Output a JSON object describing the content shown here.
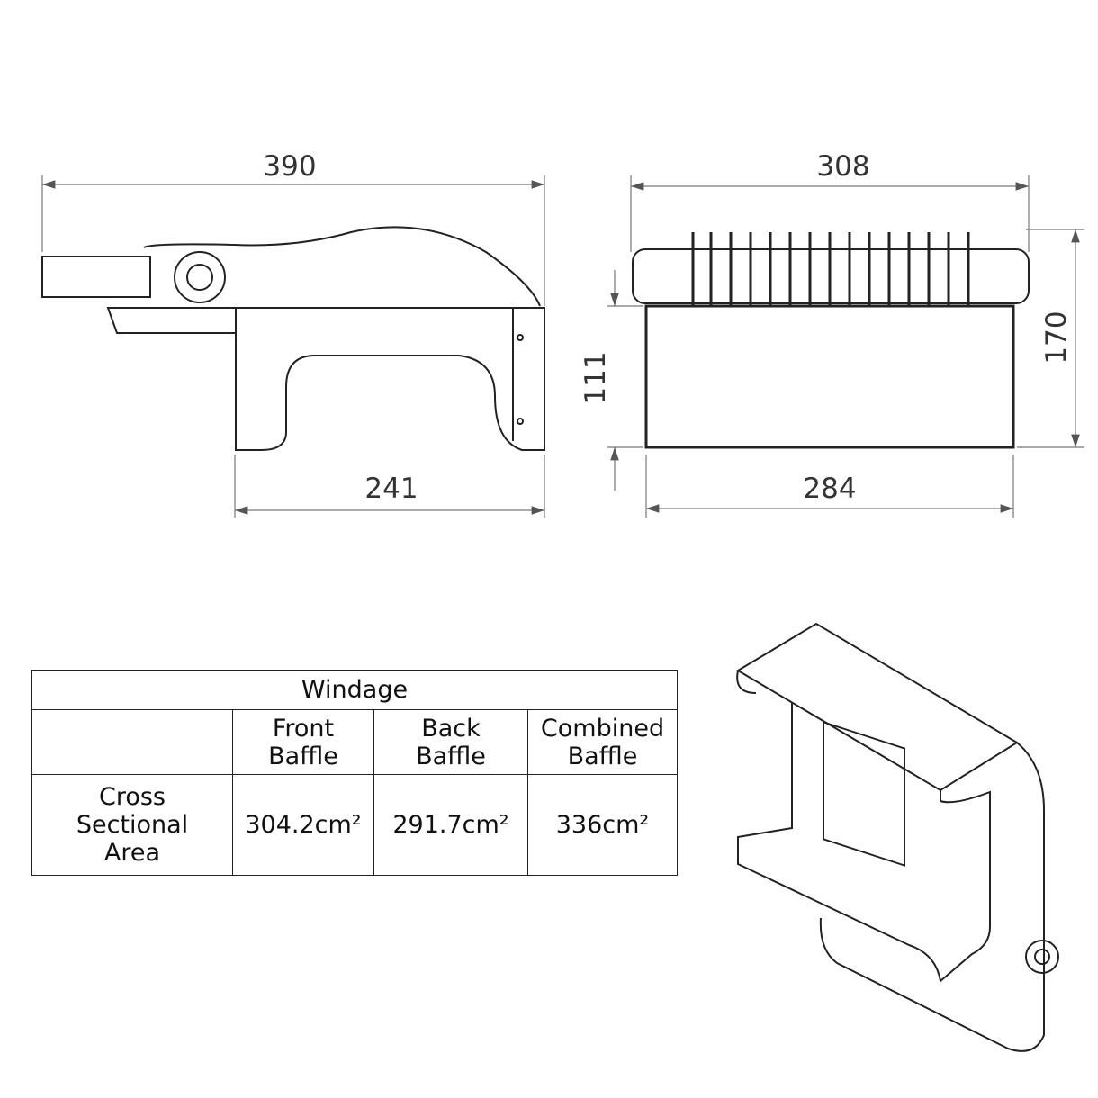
{
  "dimensions": {
    "side_overall_width": "390",
    "side_base_width": "241",
    "front_overall_width": "308",
    "front_base_width": "284",
    "front_base_height": "111",
    "front_overall_height": "170"
  },
  "table": {
    "title": "Windage",
    "headers": [
      "",
      "Front\nBaffle",
      "Back\nBaffle",
      "Combined\nBaffle"
    ],
    "row_label": "Cross\nSectional\nArea",
    "values": [
      "304.2cm²",
      "291.7cm²",
      "336cm²"
    ]
  }
}
